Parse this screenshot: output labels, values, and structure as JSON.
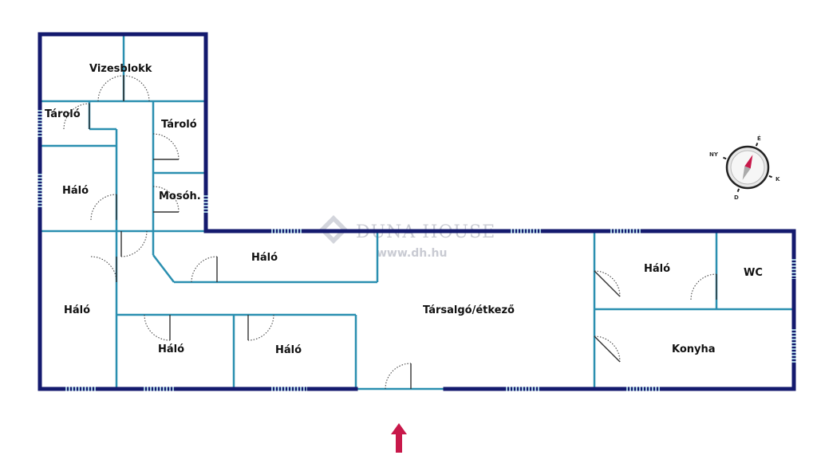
{
  "rooms": {
    "vizesblokk": "Vizesblokk",
    "tarolo_left": "Tároló",
    "tarolo_right": "Tároló",
    "halo_left_upper": "Háló",
    "mosoh": "Mosóh.",
    "halo_corridor": "Háló",
    "halo_left_lower": "Háló",
    "halo_center_left": "Háló",
    "halo_center_right": "Háló",
    "tarsalgo": "Társalgó/étkező",
    "halo_right": "Háló",
    "wc": "WC",
    "konyha": "Konyha"
  },
  "watermark": {
    "brand": "DUNA HOUSE",
    "url": "www.dh.hu"
  },
  "compass": {
    "north": "É",
    "east": "K",
    "south": "D",
    "northwest": "NY"
  },
  "colors": {
    "outer_wall": "#141a6e",
    "inner_wall": "#2a8fb0",
    "window": "#9fc6dc",
    "entrance_arrow": "#c8184a",
    "compass_needle_north": "#c8184a"
  },
  "icons": {
    "compass": "compass-rose-icon",
    "entrance": "entrance-arrow-icon",
    "watermark_logo": "duna-house-logo-icon"
  }
}
